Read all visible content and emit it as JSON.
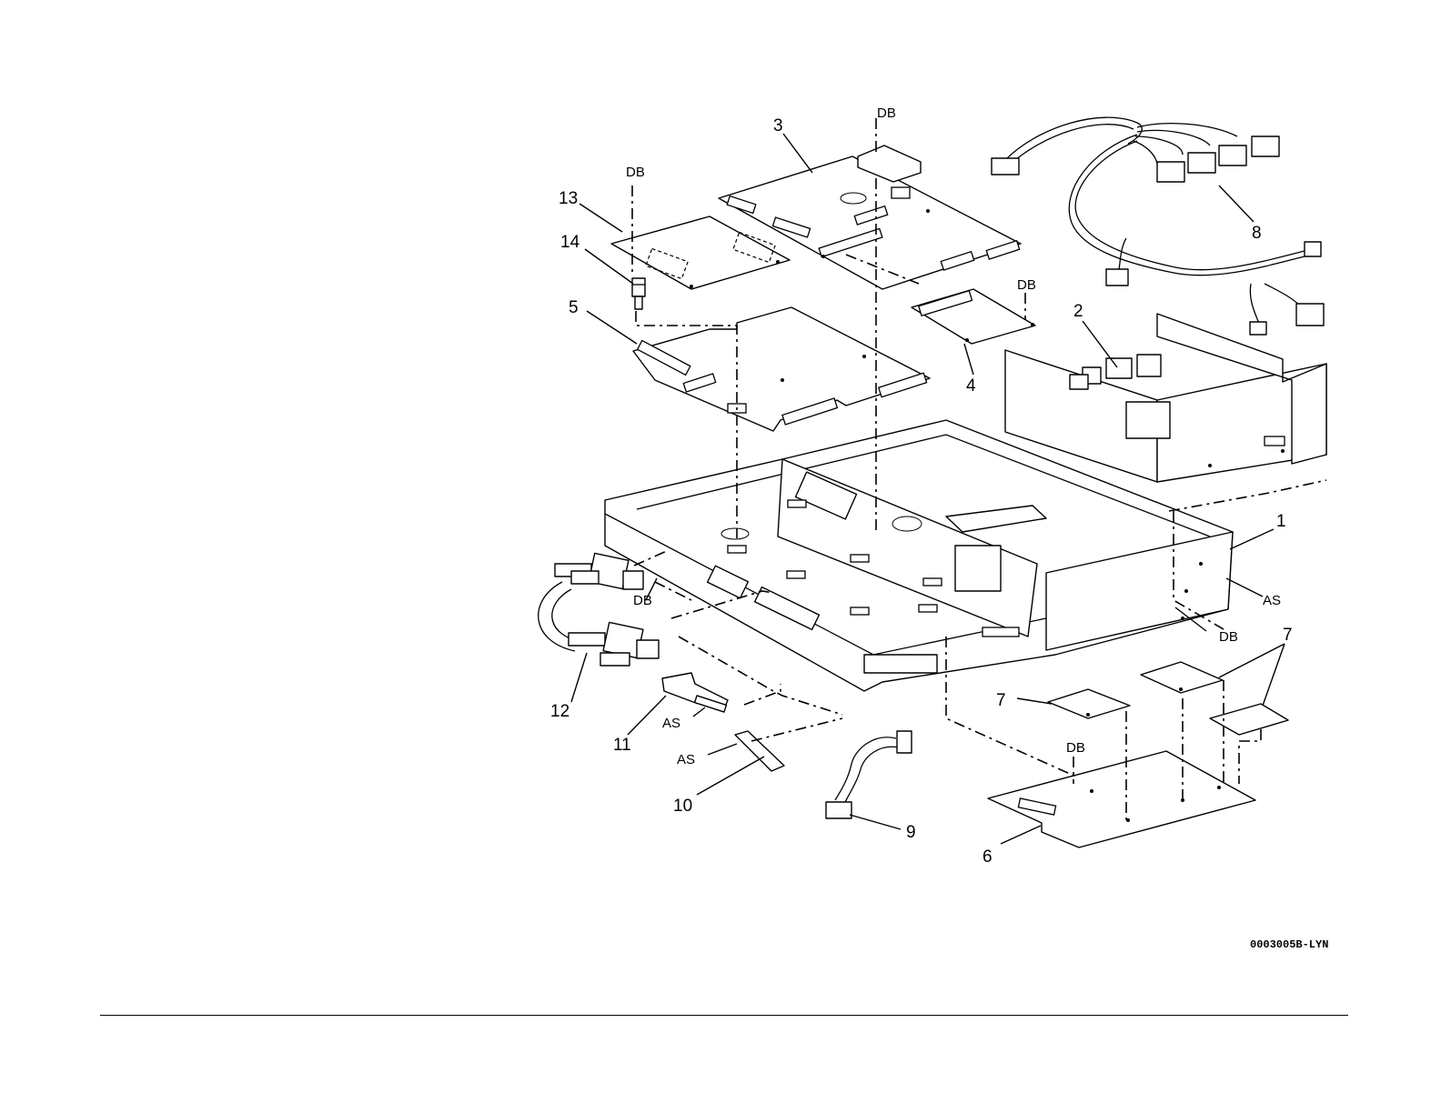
{
  "figure_id": "0003005B-LYN",
  "callouts": [
    {
      "id": "c1",
      "text": "1"
    },
    {
      "id": "c2",
      "text": "2"
    },
    {
      "id": "c3",
      "text": "3"
    },
    {
      "id": "c4",
      "text": "4"
    },
    {
      "id": "c5",
      "text": "5"
    },
    {
      "id": "c6",
      "text": "6"
    },
    {
      "id": "c7a",
      "text": "7"
    },
    {
      "id": "c7b",
      "text": "7"
    },
    {
      "id": "c8",
      "text": "8"
    },
    {
      "id": "c9",
      "text": "9"
    },
    {
      "id": "c10",
      "text": "10"
    },
    {
      "id": "c11",
      "text": "11"
    },
    {
      "id": "c12",
      "text": "12"
    },
    {
      "id": "c13",
      "text": "13"
    },
    {
      "id": "c14",
      "text": "14"
    }
  ],
  "notes": [
    {
      "id": "db1",
      "text": "DB"
    },
    {
      "id": "db2",
      "text": "DB"
    },
    {
      "id": "db3",
      "text": "DB"
    },
    {
      "id": "db4",
      "text": "DB"
    },
    {
      "id": "db5",
      "text": "DB"
    },
    {
      "id": "db6",
      "text": "DB"
    },
    {
      "id": "as1",
      "text": "AS"
    },
    {
      "id": "as2",
      "text": "AS"
    },
    {
      "id": "as3",
      "text": "AS"
    }
  ]
}
